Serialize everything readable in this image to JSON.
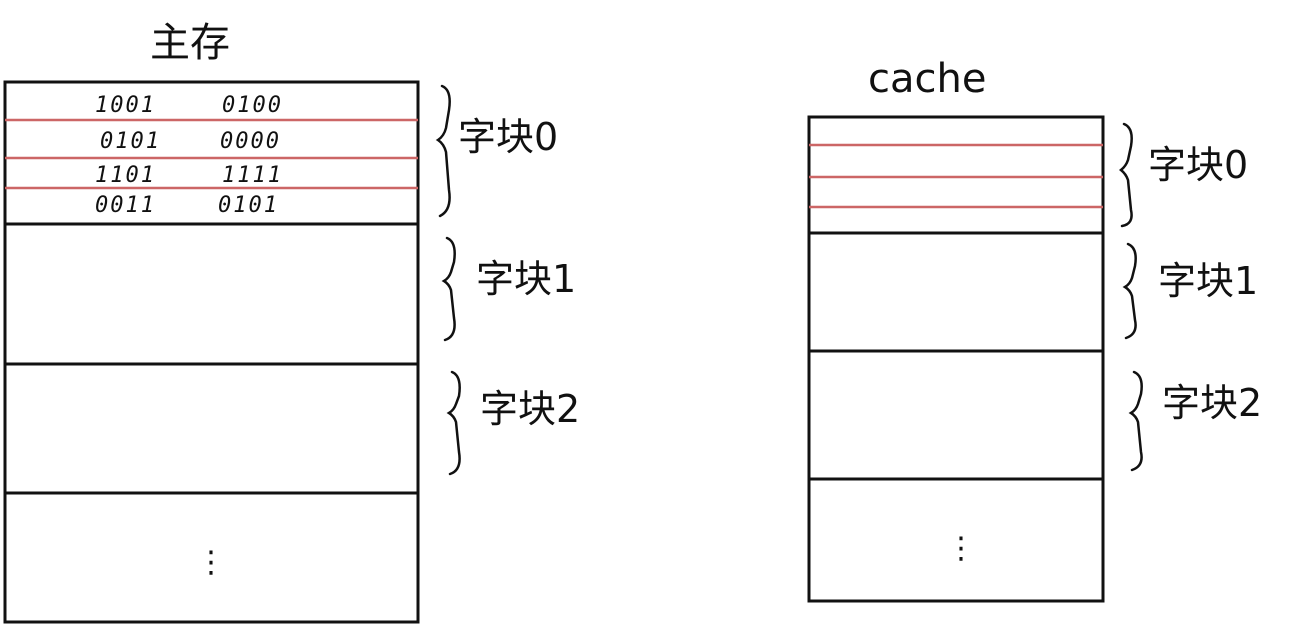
{
  "main_memory": {
    "title": "主存",
    "block0_words": [
      {
        "left": "1001",
        "right": "0100"
      },
      {
        "left": "0101",
        "right": "0000"
      },
      {
        "left": "1101",
        "right": "1111"
      },
      {
        "left": "0011",
        "right": "0101"
      }
    ],
    "block_labels": [
      "字块0",
      "字块1",
      "字块2"
    ],
    "ellipsis": "⋮"
  },
  "cache": {
    "title": "cache",
    "block_labels": [
      "字块0",
      "字块1",
      "字块2"
    ],
    "ellipsis": "⋮"
  },
  "colors": {
    "outline": "#111111",
    "word_divider": "#cc6666"
  }
}
